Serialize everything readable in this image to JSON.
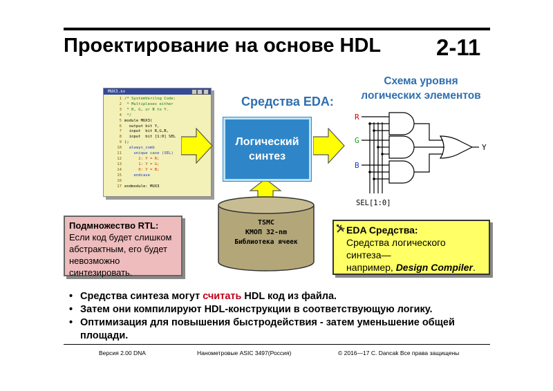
{
  "header": {
    "title": "Проектирование на основе HDL",
    "slide_number": "2-11"
  },
  "code_window": {
    "filename": "MUX3.sv",
    "lines": [
      {
        "num": "1",
        "text": "/* SystemVerilog Code:"
      },
      {
        "num": "2",
        "text": " * Multiplexes either"
      },
      {
        "num": "3",
        "text": " * R, G, or B to Y."
      },
      {
        "num": "4",
        "text": " */"
      },
      {
        "num": "5",
        "text": "module MUX3("
      },
      {
        "num": "6",
        "text": "  output bit Y,"
      },
      {
        "num": "7",
        "text": "  input  bit R,G,B,"
      },
      {
        "num": "8",
        "text": "  input  bit [1:0] SEL"
      },
      {
        "num": "9",
        "text": ");"
      },
      {
        "num": "10",
        "text": "  always_comb"
      },
      {
        "num": "11",
        "text": "    unique case (SEL)"
      },
      {
        "num": "12",
        "text": "      2: Y = R;"
      },
      {
        "num": "13",
        "text": "      1: Y = G;"
      },
      {
        "num": "14",
        "text": "      0: Y = B;"
      },
      {
        "num": "15",
        "text": "    endcase"
      },
      {
        "num": "16",
        "text": ""
      },
      {
        "num": "17",
        "text": "endmodule: MUX3"
      }
    ]
  },
  "eda_label": "Средства EDA:",
  "synthesis_box": {
    "line1": "Логический",
    "line2": "синтез"
  },
  "schematic": {
    "title_line1": "Схема уровня",
    "title_line2": "логических элементов",
    "inputs": [
      {
        "label": "R",
        "color": "#cc0000"
      },
      {
        "label": "G",
        "color": "#1a9a1a"
      },
      {
        "label": "B",
        "color": "#1a3acc"
      }
    ],
    "output_label": "Y",
    "sel_label": "SEL[1:0]"
  },
  "library": {
    "line1": "TSMC",
    "line2": "КМОП 32-nm",
    "line3": "Библиотека ячеек"
  },
  "rtl_box": {
    "heading": "Подмножество RTL:",
    "text": "Если код будет слишком абстрактным, его будет невозможно синтезировать."
  },
  "eda_box": {
    "icon": "tools-icon",
    "heading": "EDA Средства:",
    "text": "Средства логического синтеза—",
    "text2": "например, ",
    "tool": "Design Compiler",
    "tail": "."
  },
  "bullets": {
    "b1_pre": "Средства синтеза могут ",
    "b1_em": "считать",
    "b1_post": " HDL код из файла.",
    "b2": "Затем они компилируют HDL-конструкции в соответствующую логику.",
    "b3": "Оптимизация для повышения быстродействия - затем уменьшение общей площади."
  },
  "footer": {
    "version": "Версия 2.00 DNA",
    "course": "Нанометровые ASIC 3497(Россия)",
    "copyright": "© 2016—17 C. Dancak  Все права защищены"
  },
  "colors": {
    "accent_blue": "#2e6fb0",
    "synth_box": "#2e86c8",
    "arrow_fill": "#ffff00",
    "rtl_box": "#eebcbc",
    "eda_box": "#ffff66",
    "code_bg": "#f3f0b8",
    "highlight_red": "#c0001a"
  }
}
